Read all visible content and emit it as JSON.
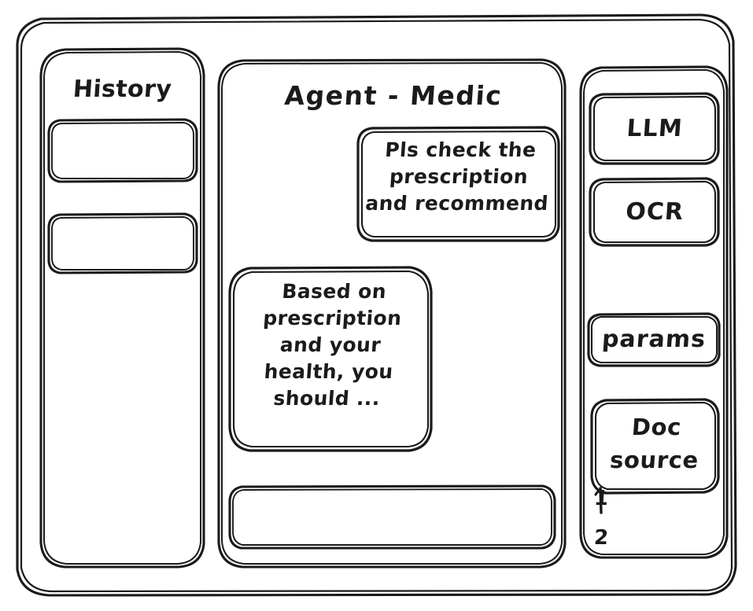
{
  "window": {
    "name": "agent-medic-wireframe",
    "stroke_color": "#1b1b1b",
    "background_color": "#ffffff"
  },
  "sidebar_left": {
    "title": "History",
    "items": [
      {
        "label": "",
        "name": "history-item-1"
      },
      {
        "label": "",
        "name": "history-item-2"
      }
    ]
  },
  "main": {
    "title": "Agent - Medic",
    "messages": [
      {
        "role": "user",
        "text": "Pls check the\nprescription\nand recommend",
        "align": "right"
      },
      {
        "role": "assistant",
        "text": "Based on\nprescription\nand your\nhealth, you\nshould ...",
        "align": "left"
      }
    ],
    "composer": {
      "value": "",
      "placeholder": ""
    }
  },
  "sidebar_right": {
    "chips": [
      {
        "label": "LLM",
        "name": "llm-chip"
      },
      {
        "label": "OCR",
        "name": "ocr-chip"
      },
      {
        "label": "params",
        "name": "params-chip"
      }
    ],
    "doc_source": {
      "label": "Doc\nsource",
      "list": [
        "1",
        "2"
      ]
    }
  }
}
